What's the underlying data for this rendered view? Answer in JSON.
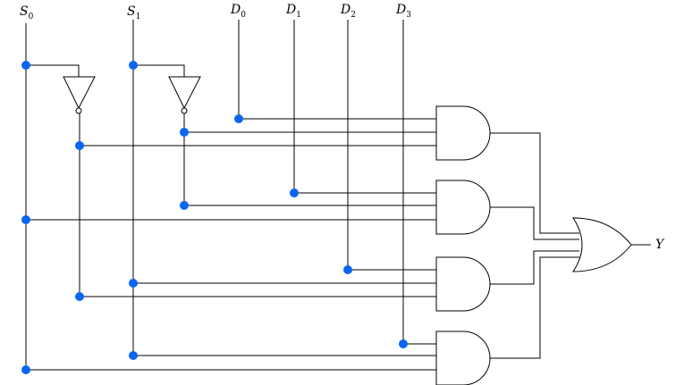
{
  "inputs": {
    "s0": {
      "main": "S",
      "sub": "0"
    },
    "s1": {
      "main": "S",
      "sub": "1"
    },
    "d0": {
      "main": "D",
      "sub": "0"
    },
    "d1": {
      "main": "D",
      "sub": "1"
    },
    "d2": {
      "main": "D",
      "sub": "2"
    },
    "d3": {
      "main": "D",
      "sub": "3"
    }
  },
  "output": {
    "label": "Y"
  },
  "colors": {
    "junction": "#0a66f0",
    "wire": "#000000"
  }
}
